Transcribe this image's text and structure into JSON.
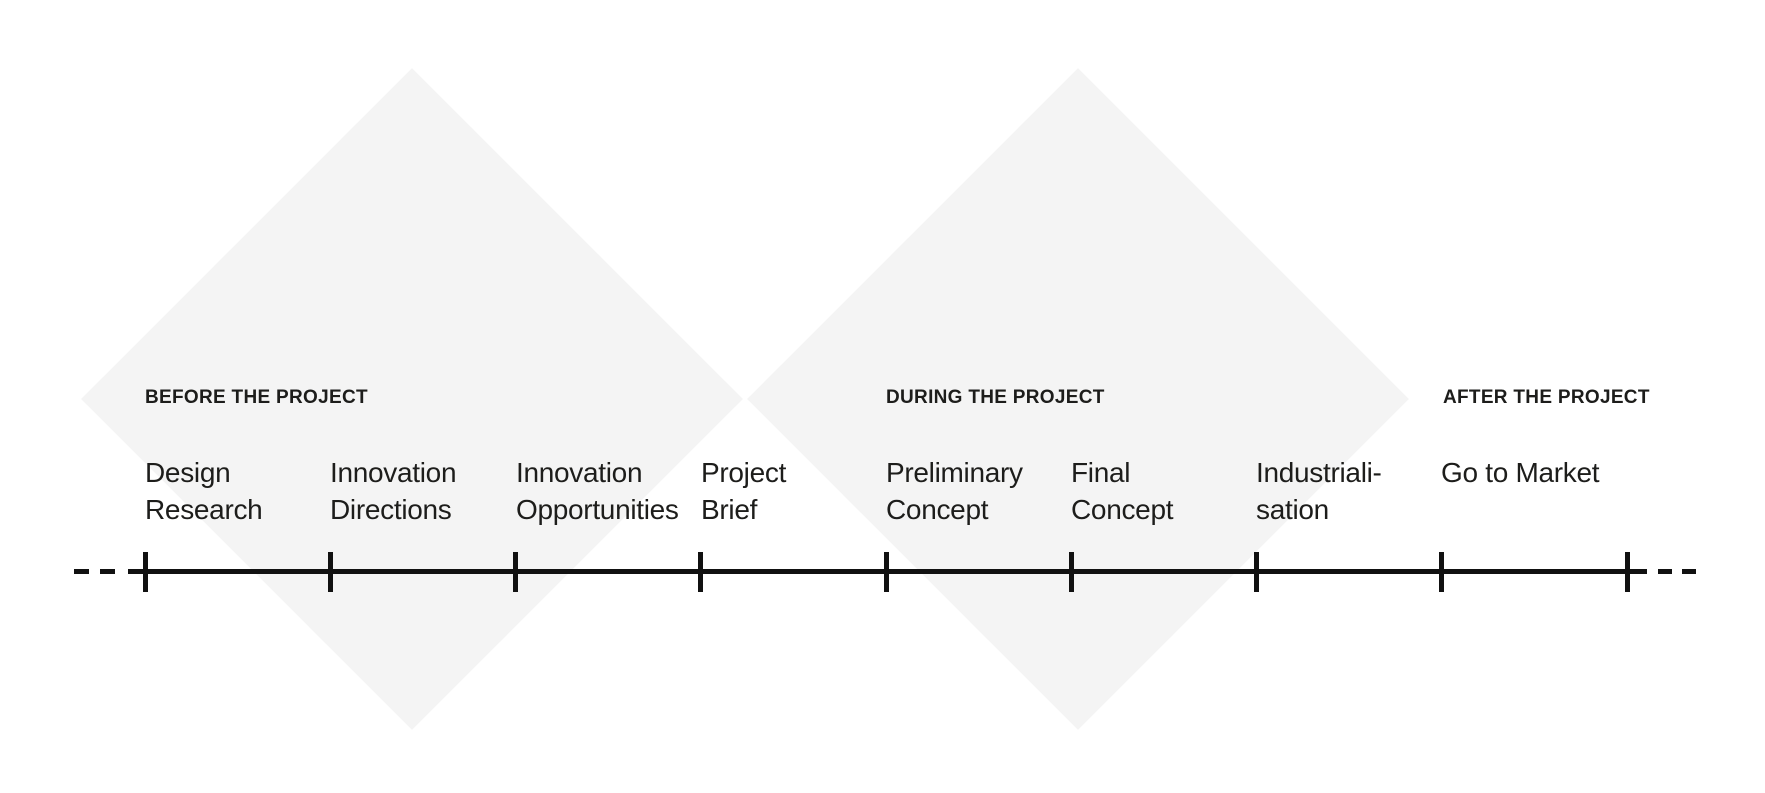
{
  "colors": {
    "background": "#ffffff",
    "diamond_fill": "#f4f4f4",
    "line": "#111111",
    "text": "#1d1d1b"
  },
  "phases": [
    {
      "label": "BEFORE THE PROJECT"
    },
    {
      "label": "DURING THE PROJECT"
    },
    {
      "label": "AFTER THE PROJECT"
    }
  ],
  "timeline": {
    "milestones": [
      {
        "label": "Design\nResearch"
      },
      {
        "label": "Innovation\nDirections"
      },
      {
        "label": "Innovation\nOpportunities"
      },
      {
        "label": "Project\nBrief"
      },
      {
        "label": "Preliminary\nConcept"
      },
      {
        "label": "Final\nConcept"
      },
      {
        "label": "Industriali-\nsation"
      },
      {
        "label": "Go to Market"
      }
    ]
  }
}
